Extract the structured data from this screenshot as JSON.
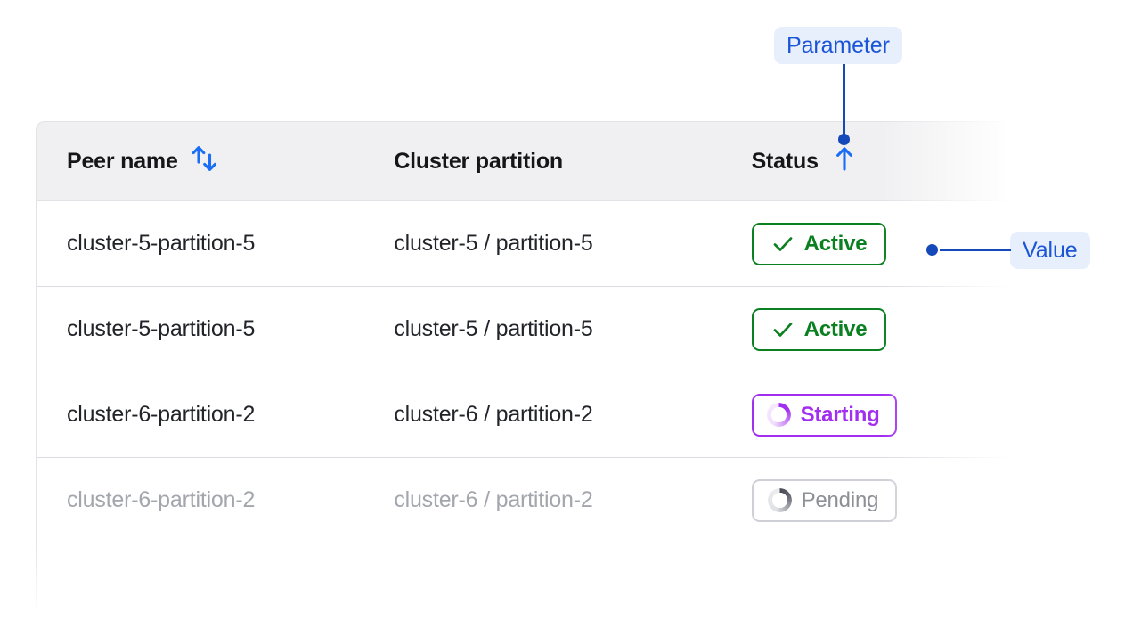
{
  "table": {
    "columns": [
      {
        "label": "Peer name",
        "sort_icon": "sort-both-icon"
      },
      {
        "label": "Cluster partition",
        "sort_icon": null
      },
      {
        "label": "Status",
        "sort_icon": "sort-ascending-icon"
      }
    ],
    "rows": [
      {
        "peer_name": "cluster-5-partition-5",
        "cluster_partition": "cluster-5 / partition-5",
        "status": "Active",
        "status_kind": "active",
        "status_icon": "check-icon",
        "muted": false
      },
      {
        "peer_name": "cluster-5-partition-5",
        "cluster_partition": "cluster-5 / partition-5",
        "status": "Active",
        "status_kind": "active",
        "status_icon": "check-icon",
        "muted": false
      },
      {
        "peer_name": "cluster-6-partition-2",
        "cluster_partition": "cluster-6 / partition-2",
        "status": "Starting",
        "status_kind": "starting",
        "status_icon": "spinner-icon",
        "muted": false
      },
      {
        "peer_name": "cluster-6-partition-2",
        "cluster_partition": "cluster-6 / partition-2",
        "status": "Pending",
        "status_kind": "pending",
        "status_icon": "spinner-icon",
        "muted": true
      }
    ]
  },
  "annotations": {
    "parameter": {
      "label": "Parameter",
      "points_to": "Status column header"
    },
    "value": {
      "label": "Value",
      "points_to": "Active status badge"
    }
  },
  "colors": {
    "accent_blue": "#1b55d6",
    "leader_blue": "#1548b8",
    "pill_background": "#e7effd",
    "sort_icon_blue": "#1a6ef5",
    "status_active": "#0a8020",
    "status_starting": "#a22ef0",
    "status_pending": "#8d9096",
    "header_background": "#f0f0f2",
    "row_divider": "#dcdbe3",
    "text_primary": "#22242a",
    "text_muted": "#a3a6ad"
  }
}
